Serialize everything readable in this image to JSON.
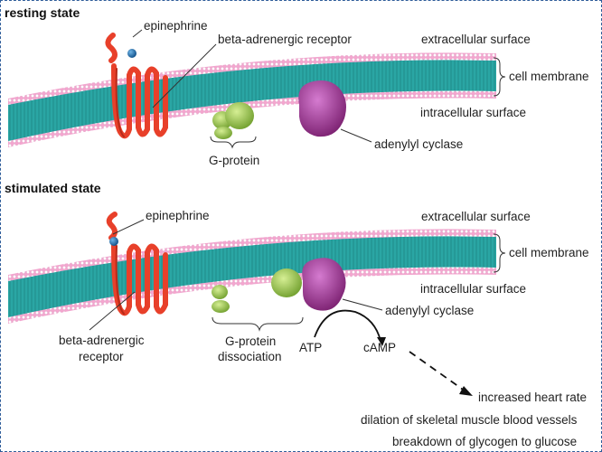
{
  "resting": {
    "heading": "resting state",
    "epinephrine": "epinephrine",
    "receptor": "beta-adrenergic receptor",
    "extracellular": "extracellular surface",
    "membrane": "cell membrane",
    "intracellular": "intracellular surface",
    "cyclase": "adenylyl cyclase",
    "gprotein": "G-protein"
  },
  "stimulated": {
    "heading": "stimulated state",
    "epinephrine": "epinephrine",
    "extracellular": "extracellular surface",
    "membrane": "cell membrane",
    "intracellular": "intracellular surface",
    "cyclase": "adenylyl cyclase",
    "receptor_line1": "beta-adrenergic",
    "receptor_line2": "receptor",
    "gprotein_line1": "G-protein",
    "gprotein_line2": "dissociation",
    "atp": "ATP",
    "camp": "cAMP",
    "effects": [
      "increased heart rate",
      "dilation of skeletal muscle blood vessels",
      "breakdown of glycogen to glucose"
    ]
  },
  "colors": {
    "border": "#2f5d9a",
    "membrane_core": "#2aa6a4",
    "lipid_heads": "#f4a6cf",
    "receptor": "#e8402a",
    "gprotein": "#9ccc4a",
    "cyclase": "#9b2c8e",
    "epinephrine": "#1c6fb0"
  }
}
